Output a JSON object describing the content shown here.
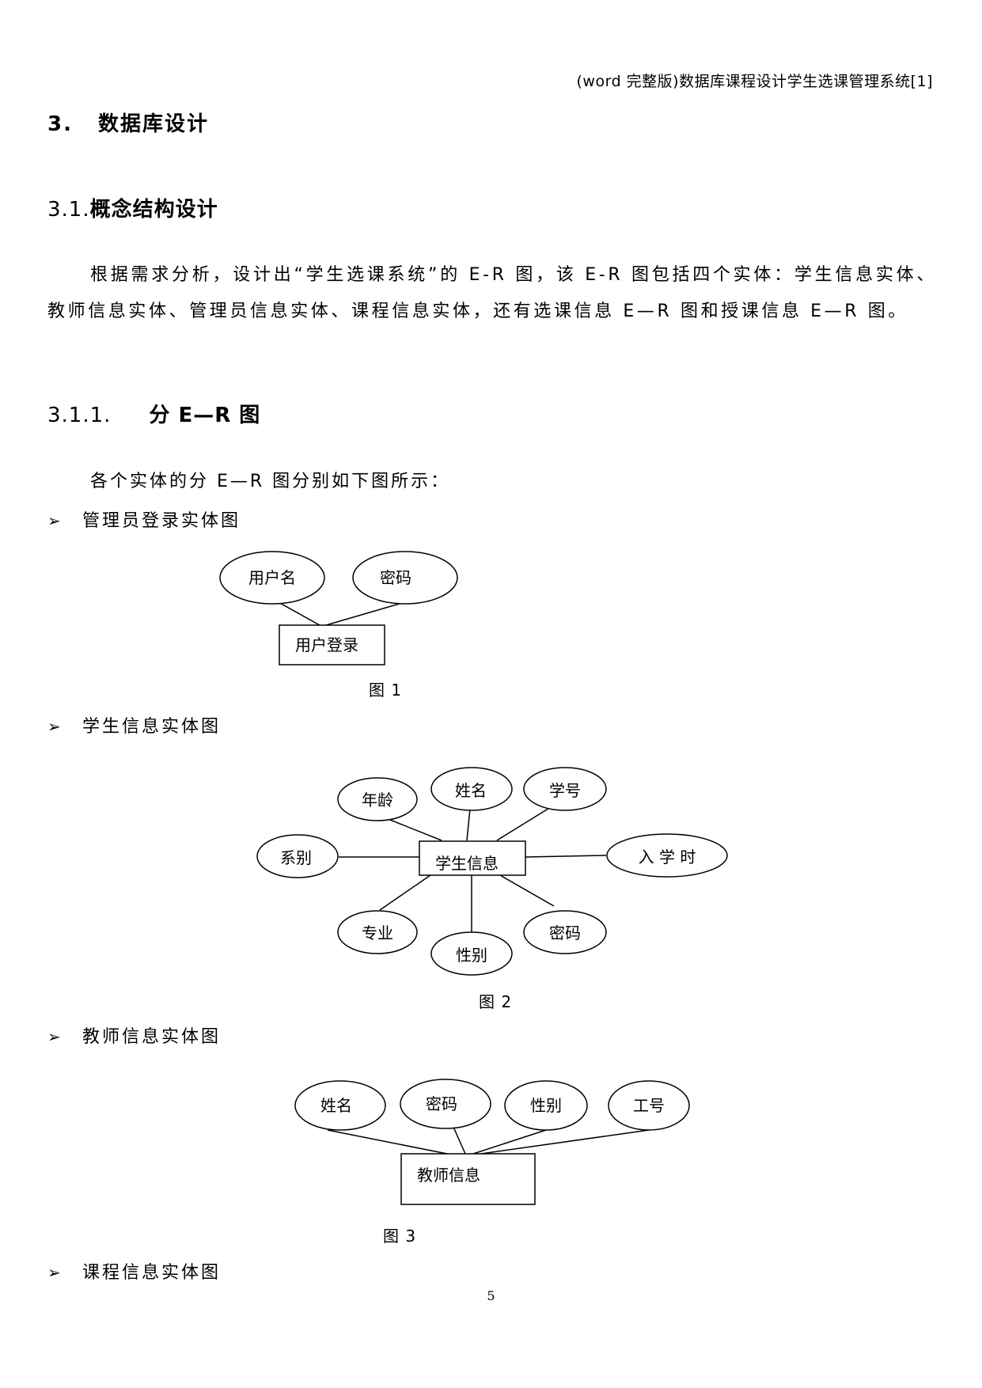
{
  "header": {
    "running_title": "(word 完整版)数据库课程设计学生选课管理系统[1]"
  },
  "sections": {
    "s3": {
      "number": "3.",
      "title": "数据库设计"
    },
    "s31": {
      "number": "3.1.",
      "title": "概念结构设计"
    },
    "s311": {
      "number": "3.1.1.",
      "title": "分 E—R 图"
    }
  },
  "body": {
    "paragraph": "根据需求分析，设计出“学生选课系统”的 E-R 图，该 E-R 图包括四个实体：学生信息实体、教师信息实体、管理员信息实体、课程信息实体，还有选课信息 E—R 图和授课信息 E—R 图。",
    "intro": "各个实体的分 E—R 图分别如下图所示："
  },
  "bullets": {
    "b1": "管理员登录实体图",
    "b2": "学生信息实体图",
    "b3": "教师信息实体图",
    "b4": "课程信息实体图"
  },
  "figures": {
    "fig1": {
      "caption": "图 1",
      "entity": "用户登录",
      "attributes": [
        "用户名",
        "密码"
      ]
    },
    "fig2": {
      "caption": "图 2",
      "entity": "学生信息",
      "attributes": [
        "年龄",
        "姓名",
        "学号",
        "系别",
        "入 学 时",
        "专业",
        "性别",
        "密码"
      ]
    },
    "fig3": {
      "caption": "图 3",
      "entity": "教师信息",
      "attributes": [
        "姓名",
        "密码",
        "性别",
        "工号"
      ]
    }
  },
  "footer": {
    "page_number": "5"
  }
}
